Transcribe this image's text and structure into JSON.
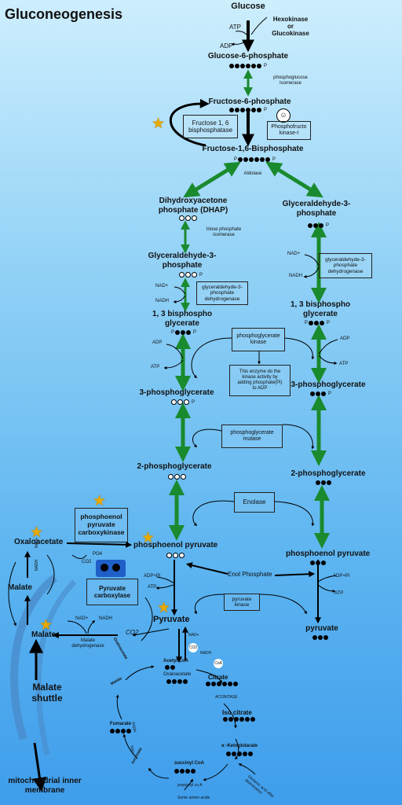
{
  "title": "Gluconeogenesis",
  "labels": {
    "glucose": "Glucose",
    "atp1": "ATP",
    "adp1": "ADP",
    "hexokinase": "Hexokinase\nor\nGlucokinase",
    "g6p": "Glucose-6-phosphate",
    "pgi": "phosphoglucose\nIsomerase",
    "f6p": "Fructose-6-phosphate",
    "fbpase": "Fructose 1, 6\nbisphosphatase",
    "pfk": "Phosphofructo\nkinase-I",
    "f16bp": "Fructose-1,6-Bisphosphate",
    "aldolase": "Aldolase",
    "dhap": "Dihydroxyacetone\nphosphate (DHAP)",
    "g3p_right": "Glyceraldehyde-3-\nphosphate",
    "tpi": "triose phosphate\nisomerase",
    "g3p_left": "Glyceraldehyde-3-\nphosphate",
    "nadp_r": "NAD+",
    "nadh_r": "NADH",
    "g3pdh_r": "glyceraldehyde-3-\nphosphate\ndehydrogenase",
    "nadp_l": "NAD+",
    "nadh_l": "NADH",
    "g3pdh_l": "glyceraldehyde-3-\nphosphate\ndehydrogenase",
    "bpg_l": "1, 3 bisphospho\nglycerate",
    "bpg_r": "1, 3 bisphospho\nglycerate",
    "pgk": "phosphoglycerate\nkinase",
    "pgk_note": "This enzyme do the\nkinase activity by\nadding phosphate(Pi)\nto ADP",
    "adp_l": "ADP",
    "atp_l": "ATP",
    "adp_r": "ADP",
    "atp_r": "ATP",
    "pg3_l": "3-phosphoglycerate",
    "pg3_r": "3-phosphoglycerate",
    "pgm": "phosphoglycerate\nmutase",
    "pg2_l": "2-phosphoglycerate",
    "pg2_r": "2-phosphoglycerate",
    "enolase": "Enolase",
    "pepck": "phosphoenol\npyruvate\ncarboxykinase",
    "oaa": "Oxaloacetate",
    "pep_l": "phosphoenol pyruvate",
    "pep_r": "phosphoenol pyruvate",
    "po4": "PO4",
    "co2_1": "CO2",
    "nadh_v": "NADH",
    "nad_v": "NAD+",
    "malate1": "Malate",
    "enol_phosphate": "Enol Phosphate",
    "adppi_l": "ADP+Pi",
    "atp_l2": "ATP",
    "adppi_r": "ADP+Pi",
    "atp_r2": "ATP",
    "pc": "Pyruvate\ncarboxylase",
    "pk": "pyruvate\nkinase",
    "pyruvate_l": "Pyruvate",
    "pyruvate_r": "pyruvate",
    "nad_m": "NAD+",
    "nadh_m": "NADH",
    "malate2": "Malate",
    "mdh": "Malate\ndehydrogenase",
    "co2_2": "CO2",
    "oaa2": "Oxaloacetate",
    "nad_p": "NAD+",
    "nadh_p": "NADH",
    "co2_p": "CO2",
    "coa_p": "CoA",
    "acetylcoa": "Acetyl CoA",
    "oaa3": "Oxaloacetate",
    "citrate": "Citrate",
    "isocitrate": "Iso citrate",
    "alpha_kg": "α -Ketoglutarate",
    "succinylcoa": "succinyl CoA",
    "succinate": "succinate",
    "fumarate": "Fumarate",
    "malate3": "Malate",
    "fadh2": "FADH",
    "fad": "FAD",
    "propionyl": "propionyl co A",
    "amino": "Some amino acids",
    "glutamate": "Glutamic acid after\ndeamination",
    "aconitase": "ACONITASE",
    "shuttle": "Malate\nshuttle",
    "membrane": "mitochondrial inner\nmembrane",
    "small_p": "P"
  },
  "colors": {
    "green": "#1a8a2e",
    "black": "#000000",
    "membrane": "#4a8ac8",
    "star": "#e8a900"
  },
  "icons": [
    "star-icon",
    "face-icon",
    "mitochondrion-transporter-icon"
  ]
}
